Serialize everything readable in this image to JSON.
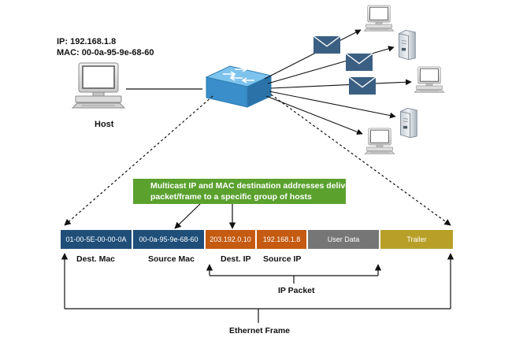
{
  "host": {
    "ip_line": "IP: 192.168.1.8",
    "mac_line": "MAC: 00-0a-95-9e-68-60",
    "label": "Host"
  },
  "callout": {
    "line1": "Multicast IP and MAC destination addresses deliver",
    "line2": "packet/frame to a specific group of hosts"
  },
  "frame": {
    "fields": [
      {
        "value": "01-00-5E-00-00-0A",
        "label": "Dest. Mac",
        "color": "#1f4e79"
      },
      {
        "value": "00-0a-95-9e-68-60",
        "label": "Source Mac",
        "color": "#1f4e79"
      },
      {
        "value": "203.192.0.10",
        "label": "Dest. IP",
        "color": "#c55a11"
      },
      {
        "value": "192.168.1.8",
        "label": "Source IP",
        "color": "#c55a11"
      },
      {
        "value": "User Data",
        "label": "",
        "color": "#767676"
      },
      {
        "value": "Trailer",
        "label": "",
        "color": "#b8a028"
      }
    ],
    "ip_packet_label": "IP Packet",
    "ethernet_frame_label": "Ethernet Frame"
  },
  "icons": {
    "host": "desktop-computer-icon",
    "switch": "network-switch-icon",
    "envelope": "envelope-icon",
    "server": "server-tower-icon"
  },
  "colors": {
    "switch": "#4aa3d8",
    "envelope": "#3a5f82",
    "callout": "#5aa12e"
  }
}
